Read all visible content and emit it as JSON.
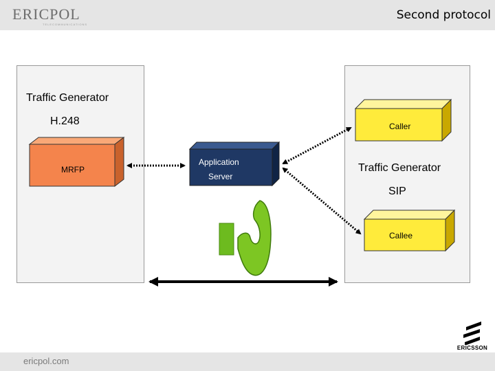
{
  "header": {
    "logo_text": "ERICPOL",
    "logo_subtext": "TELECOMMUNICATIONS",
    "title": "Second protocol"
  },
  "left_panel": {
    "title": "Traffic Generator",
    "protocol": "H.248",
    "box_label": "MRFP",
    "box_color": "#f4844c"
  },
  "center": {
    "box_label_line1": "Application",
    "box_label_line2": "Server",
    "box_color": "#1f3864",
    "icon": "green-phone-handset-icon"
  },
  "right_panel": {
    "caller_label": "Caller",
    "title": "Traffic Generator",
    "protocol": "SIP",
    "callee_label": "Callee",
    "box_color": "#ffeb3b"
  },
  "footer": {
    "text": "ericpol.com",
    "brand": "ERICSSON"
  }
}
